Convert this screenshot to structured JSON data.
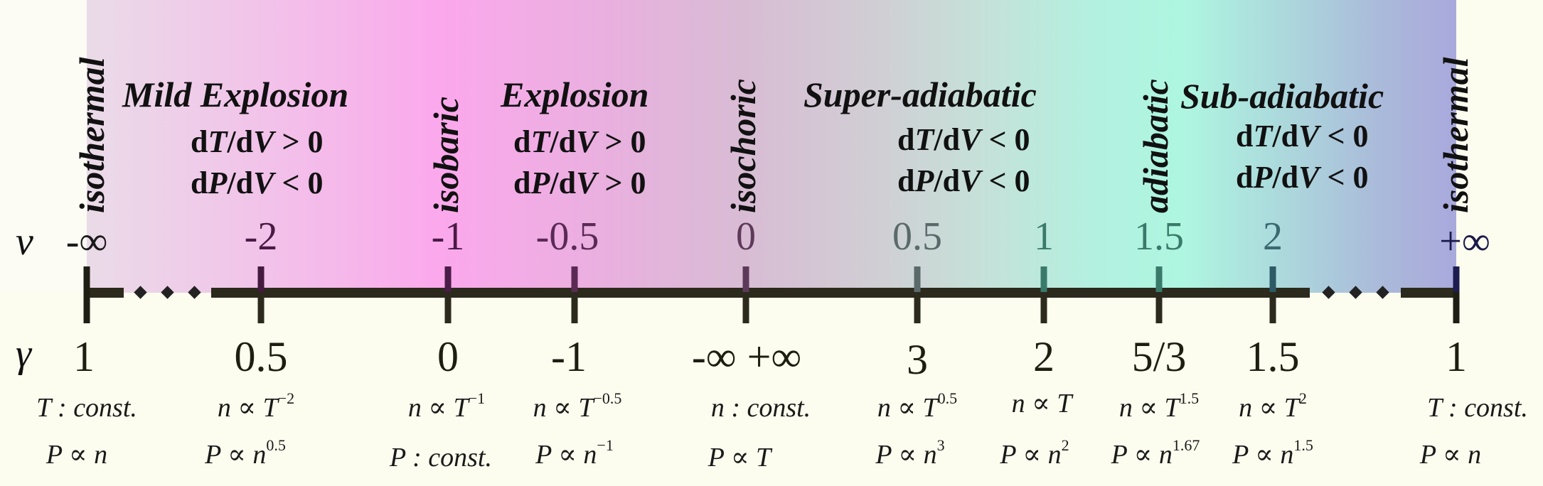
{
  "chart_data": {
    "type": "diagram",
    "title": "",
    "axes": [
      {
        "symbol": "ν",
        "ticks": [
          "-∞",
          "-2",
          "-1",
          "-0.5",
          "0",
          "0.5",
          "1",
          "1.5",
          "2",
          "+∞"
        ]
      },
      {
        "symbol": "γ",
        "ticks": [
          "1",
          "0.5",
          "0",
          "-1",
          "-∞ +∞",
          "3",
          "2",
          "5/3",
          "1.5",
          "1"
        ]
      }
    ],
    "process_boundaries": [
      "isothermal",
      "isobaric",
      "isochoric",
      "adiabatic",
      "isothermal"
    ],
    "regions": [
      {
        "name": "Mild Explosion",
        "dTdV": "dT/dV>0",
        "dPdV": "dP/dV<0"
      },
      {
        "name": "Explosion",
        "dTdV": "dT/dV>0",
        "dPdV": "dP/dV>0"
      },
      {
        "name": "Super-adiabatic",
        "dTdV": "dT/dV<0",
        "dPdV": "dP/dV<0"
      },
      {
        "name": "Sub-adiabatic",
        "dTdV": "dT/dV<0",
        "dPdV": "dP/dV<0"
      }
    ]
  },
  "axis": {
    "nu_symbol": "ν",
    "gamma_symbol": "γ",
    "nu_ticks": [
      "-∞",
      "-2",
      "-1",
      "-0.5",
      "0",
      "0.5",
      "1",
      "1.5",
      "2",
      "+∞"
    ],
    "gamma_ticks": [
      "1",
      "0.5",
      "0",
      "-1",
      "-∞ +∞",
      "3",
      "2",
      "5/3",
      "1.5",
      "1"
    ]
  },
  "boundaries": {
    "left_isothermal": "isothermal",
    "isobaric": "isobaric",
    "isochoric": "isochoric",
    "adiabatic": "adiabatic",
    "right_isothermal": "isothermal"
  },
  "regions": {
    "mild_explosion": {
      "title": "Mild Explosion",
      "c1_pre": "d",
      "c1_var": "T",
      "c1_mid": "/d",
      "c1_var2": "V",
      "c1_op": " > 0",
      "c2_pre": "d",
      "c2_var": "P",
      "c2_mid": "/d",
      "c2_var2": "V",
      "c2_op": " < 0"
    },
    "explosion": {
      "title": "Explosion",
      "c1_pre": "d",
      "c1_var": "T",
      "c1_mid": "/d",
      "c1_var2": "V",
      "c1_op": " > 0",
      "c2_pre": "d",
      "c2_var": "P",
      "c2_mid": "/d",
      "c2_var2": "V",
      "c2_op": " > 0"
    },
    "super_adiabatic": {
      "title": "Super-adiabatic",
      "c1_pre": "d",
      "c1_var": "T",
      "c1_mid": "/d",
      "c1_var2": "V",
      "c1_op": " < 0",
      "c2_pre": "d",
      "c2_var": "P",
      "c2_mid": "/d",
      "c2_var2": "V",
      "c2_op": " < 0"
    },
    "sub_adiabatic": {
      "title": "Sub-adiabatic",
      "c1_pre": "d",
      "c1_var": "T",
      "c1_mid": "/d",
      "c1_var2": "V",
      "c1_op": " < 0",
      "c2_pre": "d",
      "c2_var": "P",
      "c2_mid": "/d",
      "c2_var2": "V",
      "c2_op": " < 0"
    }
  },
  "relations": [
    {
      "top_base": "T : const.",
      "top_sup": "",
      "bot_base": "P ∝ n",
      "bot_sup": ""
    },
    {
      "top_base": "n ∝ T",
      "top_sup": "−2",
      "bot_base": "P ∝ n",
      "bot_sup": "0.5"
    },
    {
      "top_base": "n ∝ T",
      "top_sup": "−1",
      "bot_base": "P : const.",
      "bot_sup": ""
    },
    {
      "top_base": "n ∝ T",
      "top_sup": "−0.5",
      "bot_base": "P ∝ n",
      "bot_sup": "−1"
    },
    {
      "top_base": "n : const.",
      "top_sup": "",
      "bot_base": "P ∝ T",
      "bot_sup": ""
    },
    {
      "top_base": "n ∝ T",
      "top_sup": "0.5",
      "bot_base": "P ∝ n",
      "bot_sup": "3"
    },
    {
      "top_base": "n ∝ T",
      "top_sup": "",
      "bot_base": "P ∝ n",
      "bot_sup": "2"
    },
    {
      "top_base": "n ∝ T",
      "top_sup": "1.5",
      "bot_base": "P ∝ n",
      "bot_sup": "1.67"
    },
    {
      "top_base": "n ∝ T",
      "top_sup": "2",
      "bot_base": "P ∝ n",
      "bot_sup": "1.5"
    },
    {
      "top_base": "T : const.",
      "top_sup": "",
      "bot_base": "P ∝ n",
      "bot_sup": ""
    }
  ],
  "colors": {
    "band_left": "#eadbe8",
    "band_pink": "#fba8ec",
    "band_mauve": "#d8bcd4",
    "band_mint": "#aef6e0",
    "band_right": "#a9a9dc",
    "background": "#fdfdef",
    "axis": "#2b2a1c"
  }
}
